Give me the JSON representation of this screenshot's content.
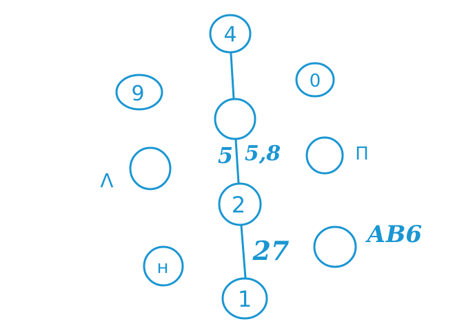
{
  "stroke_color": "#1a96d2",
  "background": "#ffffff",
  "nodes": {
    "four": "4",
    "zero": "0",
    "nine": "9",
    "empty_center": "",
    "pi_node": "",
    "lambda_node": "",
    "two": "2",
    "ab_node": "",
    "n_node": "н",
    "one": "1"
  },
  "labels": {
    "pi": "П",
    "lambda": "Λ",
    "weight_5": "5",
    "weight_58": "5,8",
    "weight_27": "27",
    "ab6": "АВ6"
  },
  "edges": [
    {
      "from": "4",
      "to": "center"
    },
    {
      "from": "center",
      "to": "2"
    },
    {
      "from": "2",
      "to": "1"
    }
  ]
}
